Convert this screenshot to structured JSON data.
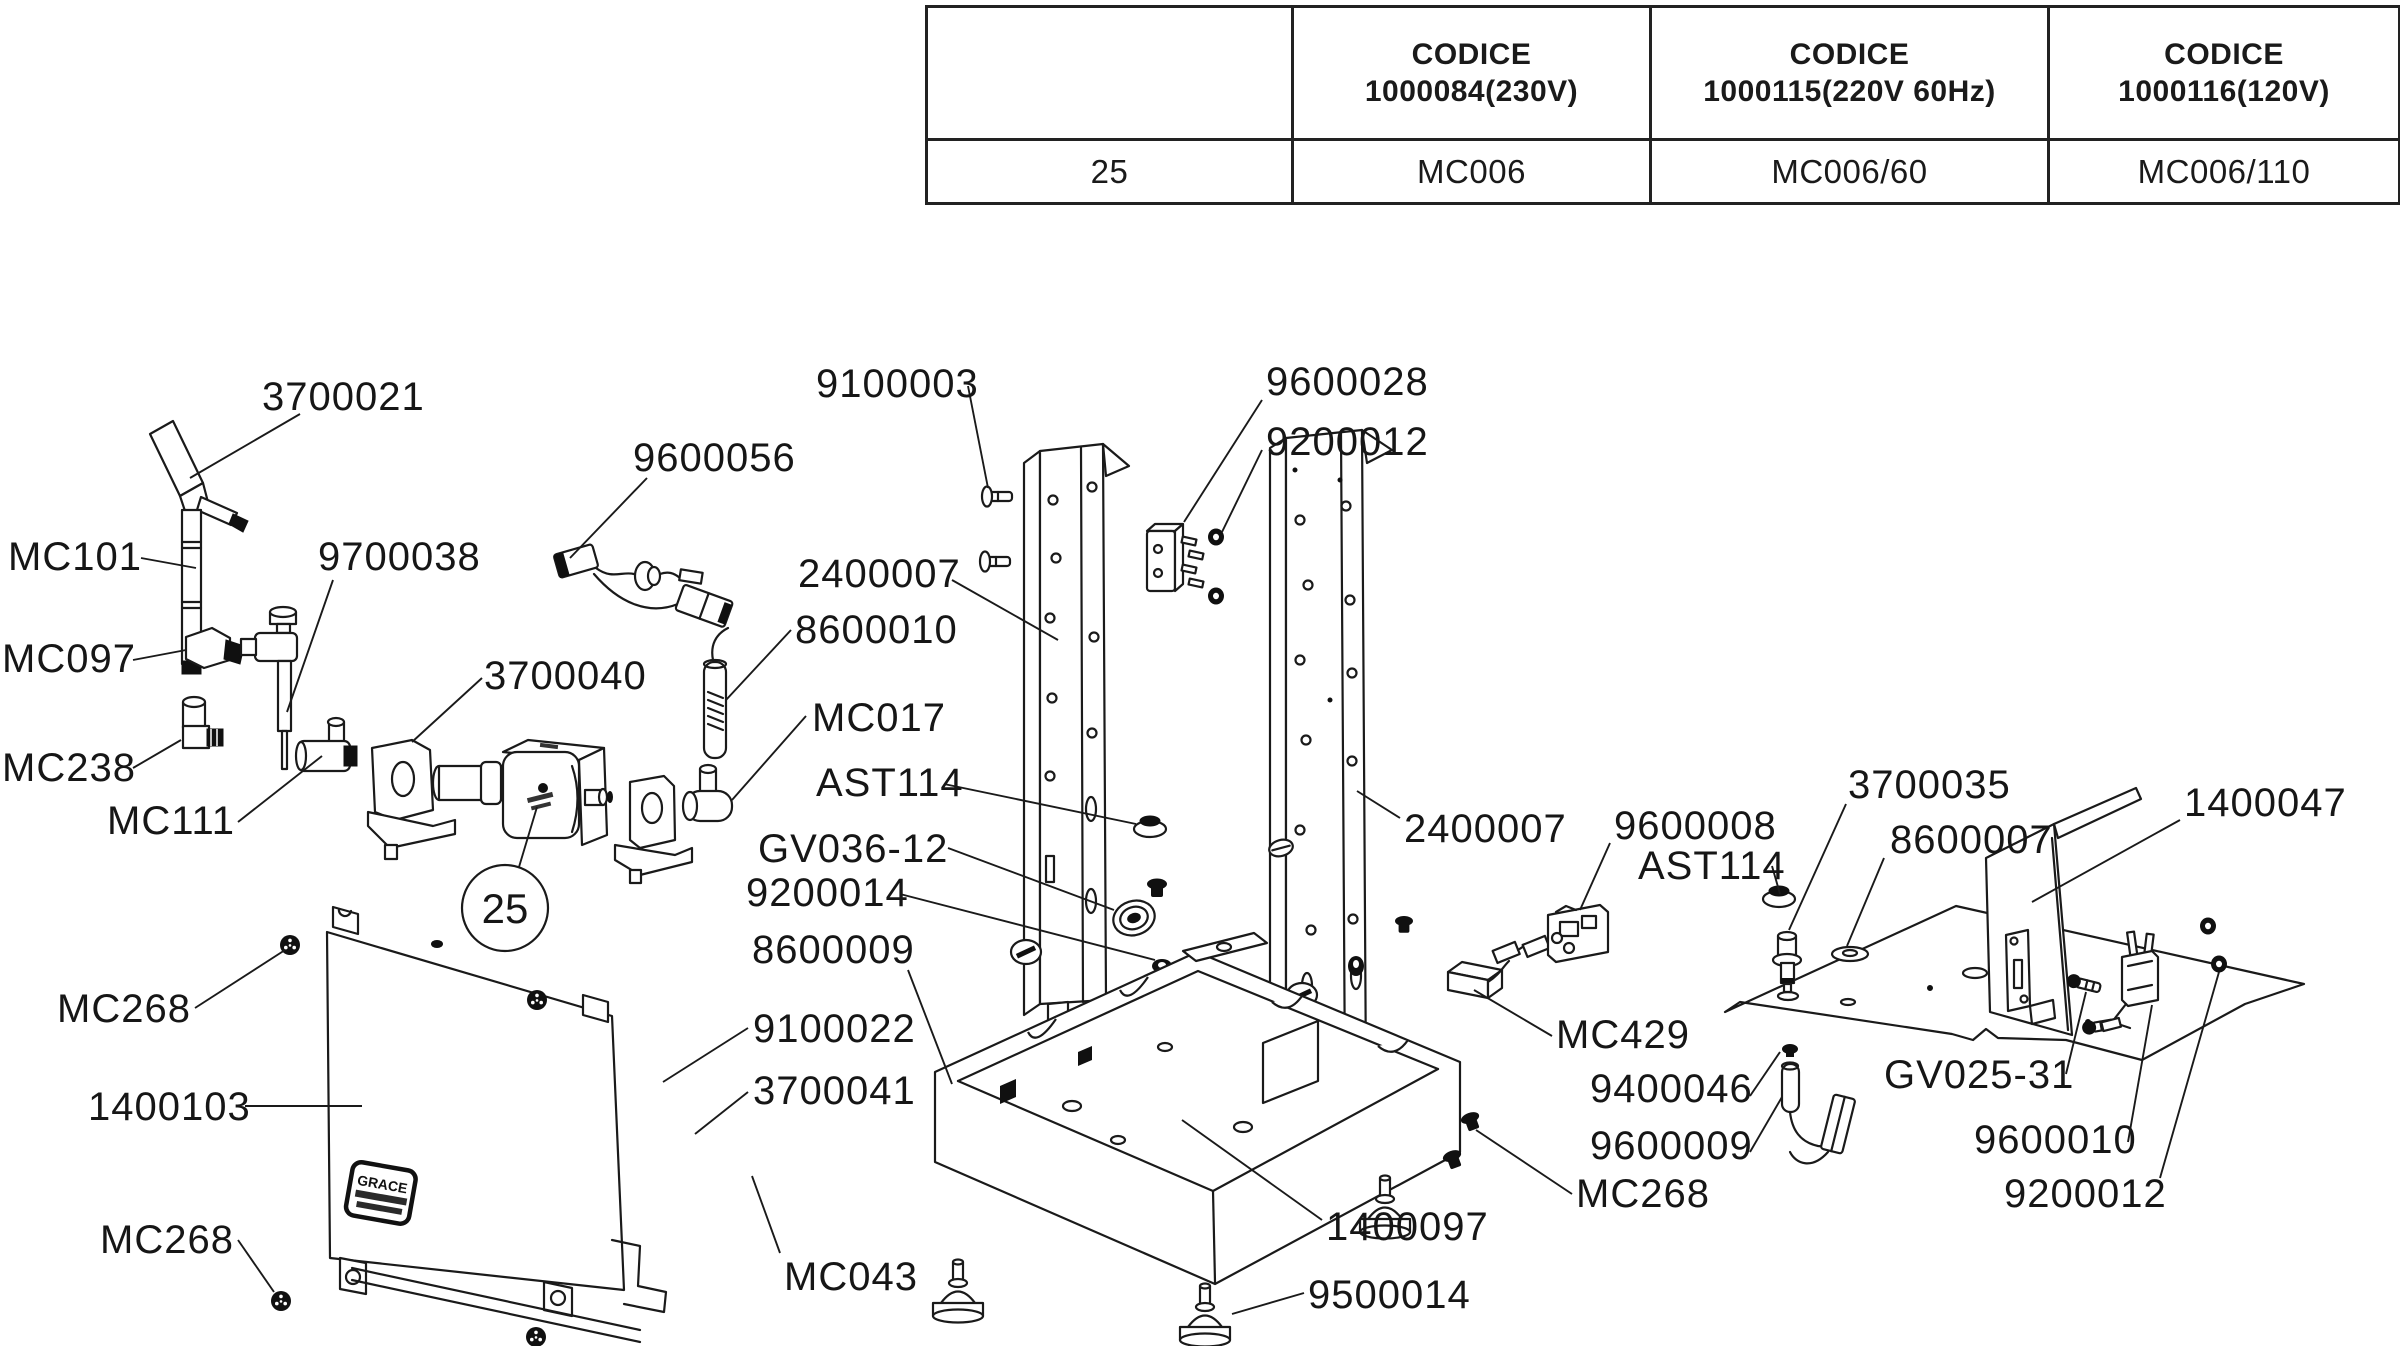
{
  "table": {
    "headers": [
      {
        "line1": "",
        "line2": ""
      },
      {
        "line1": "CODICE",
        "line2": "1000084(230V)"
      },
      {
        "line1": "CODICE",
        "line2": "1000115(220V 60Hz)"
      },
      {
        "line1": "CODICE",
        "line2": "1000116(120V)"
      }
    ],
    "row": [
      "25",
      "MC006",
      "MC006/60",
      "MC006/110"
    ]
  },
  "diagram": {
    "balloon": "25",
    "panel_sticker": "GRACE",
    "labels": [
      {
        "text": "3700021"
      },
      {
        "text": "MC101"
      },
      {
        "text": "9700038"
      },
      {
        "text": "MC097"
      },
      {
        "text": "MC238"
      },
      {
        "text": "MC111"
      },
      {
        "text": "9600056"
      },
      {
        "text": "3700040"
      },
      {
        "text": "9100003"
      },
      {
        "text": "2400007"
      },
      {
        "text": "8600010"
      },
      {
        "text": "MC017"
      },
      {
        "text": "AST114"
      },
      {
        "text": "GV036-12"
      },
      {
        "text": "9200014"
      },
      {
        "text": "8600009"
      },
      {
        "text": "9100022"
      },
      {
        "text": "3700041"
      },
      {
        "text": "MC043"
      },
      {
        "text": "9600028"
      },
      {
        "text": "9200012"
      },
      {
        "text": "2400007"
      },
      {
        "text": "9600008"
      },
      {
        "text": "AST114"
      },
      {
        "text": "3700035"
      },
      {
        "text": "8600007"
      },
      {
        "text": "1400047"
      },
      {
        "text": "MC429"
      },
      {
        "text": "9400046"
      },
      {
        "text": "9600009"
      },
      {
        "text": "GV025-31"
      },
      {
        "text": "9600010"
      },
      {
        "text": "9200012"
      },
      {
        "text": "MC268"
      },
      {
        "text": "1400097"
      },
      {
        "text": "9500014"
      },
      {
        "text": "MC268"
      },
      {
        "text": "1400103"
      },
      {
        "text": "MC268"
      }
    ]
  },
  "colors": {
    "ink": "#1a1a1a",
    "paper": "#ffffff"
  }
}
